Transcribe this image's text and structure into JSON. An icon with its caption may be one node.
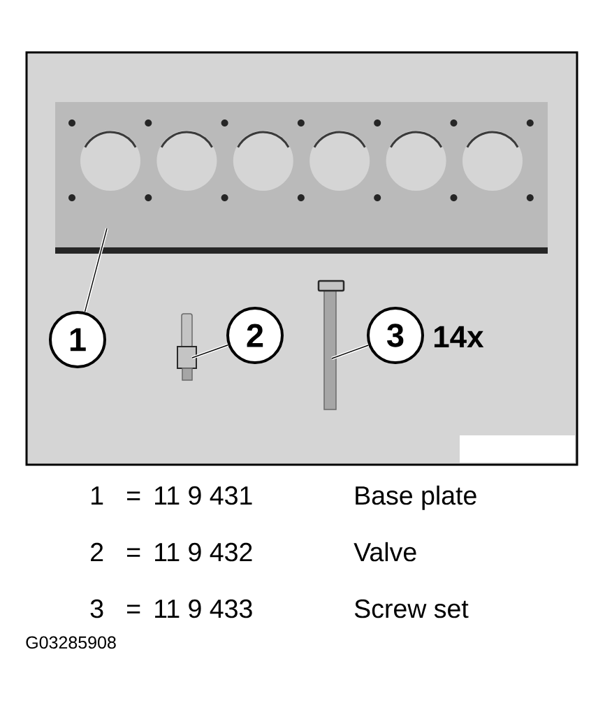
{
  "diagram": {
    "nodes": [
      {
        "text": [
          "1"
        ]
      },
      {
        "text": [],
        "shape": "picture"
      },
      {
        "text": [
          "2"
        ]
      },
      {
        "text": [],
        "shape": "picture"
      },
      {
        "text": [
          "3"
        ],
        "beside": [
          "14x"
        ]
      },
      {
        "text": [],
        "shape": "picture"
      }
    ],
    "edges": [
      {
        "from": 0,
        "to": 1,
        "arrow": "none"
      },
      {
        "from": 2,
        "to": 3,
        "arrow": "none"
      },
      {
        "from": 4,
        "to": 5,
        "arrow": "none"
      }
    ],
    "labels": [
      "1",
      "=",
      "11 9 431",
      "Base plate",
      "2",
      "=",
      "11 9 432",
      "Valve",
      "3",
      "=",
      "11 9 433",
      "Screw set",
      "G03285908"
    ]
  }
}
